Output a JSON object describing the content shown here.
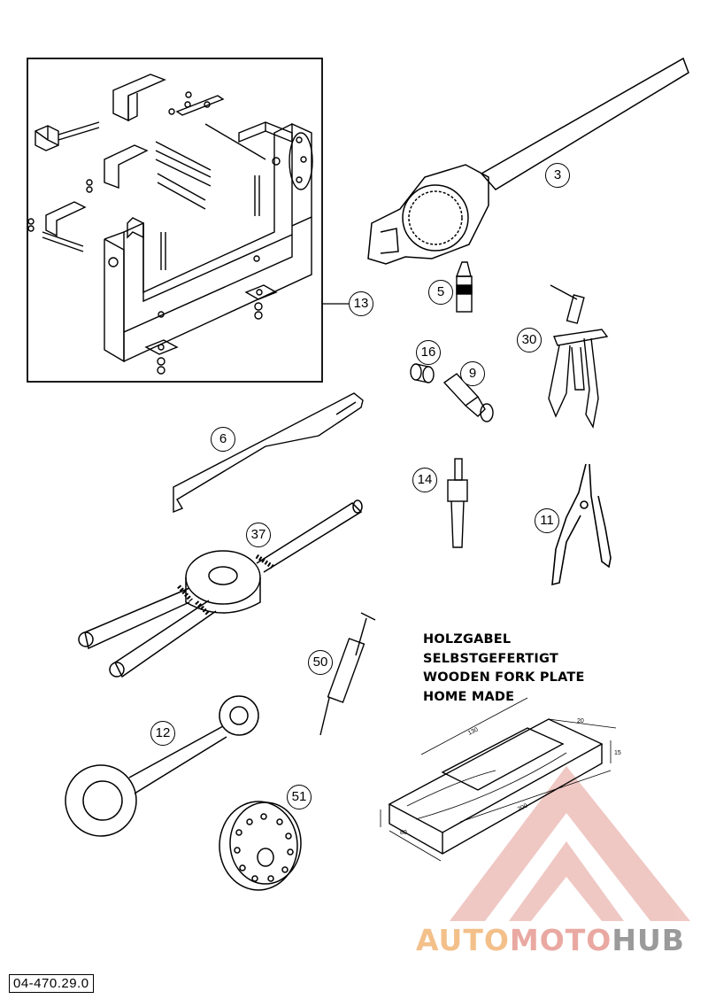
{
  "diagram": {
    "callouts": [
      {
        "id": "13",
        "label": "13"
      },
      {
        "id": "3",
        "label": "3"
      },
      {
        "id": "5",
        "label": "5"
      },
      {
        "id": "30",
        "label": "30"
      },
      {
        "id": "16",
        "label": "16"
      },
      {
        "id": "9",
        "label": "9"
      },
      {
        "id": "6",
        "label": "6"
      },
      {
        "id": "14",
        "label": "14"
      },
      {
        "id": "11",
        "label": "11"
      },
      {
        "id": "37",
        "label": "37"
      },
      {
        "id": "50",
        "label": "50"
      },
      {
        "id": "12",
        "label": "12"
      },
      {
        "id": "51",
        "label": "51"
      }
    ],
    "note_lines": [
      "HOLZGABEL",
      "SELBSTGEFERTIGT",
      "WOODEN FORK PLATE",
      "HOME MADE"
    ],
    "dimensions": {
      "d130": "130",
      "d20": "20",
      "d15": "15",
      "d200": "200",
      "d80": "80"
    },
    "document_number": "04-470.29.0"
  },
  "watermark": {
    "part1": "AUTO",
    "part2": "MOTO",
    "part3": "HUB",
    "colors": {
      "orange": "#f3c08a",
      "red": "#e39a93",
      "gray": "#9a9a9a"
    }
  }
}
